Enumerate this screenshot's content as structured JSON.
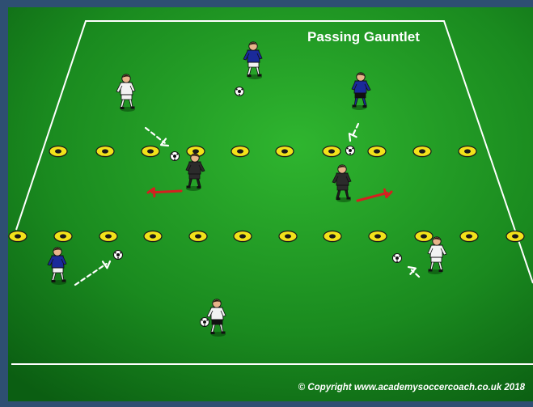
{
  "diagram": {
    "title": "Passing Gauntlet",
    "copyright": "© Copyright www.academysoccercoach.co.uk 2018",
    "colors": {
      "frame": "#2e4f72",
      "pitch_light": "#2fb52f",
      "pitch_dark": "#0b5e12",
      "lines": "#ffffff",
      "cone": "#f2e21a",
      "team_blue": "#1a2a9a",
      "team_white": "#f2f2f2",
      "defender": "#1c1c1c",
      "run_arrow": "#d42020",
      "pass_arrow": "#ffffff"
    },
    "elements": {
      "cone_rows": [
        "upper-cone-line",
        "lower-cone-line"
      ],
      "players": [
        "blue-attacker",
        "white-attacker",
        "black-defender"
      ],
      "arrows": [
        "white-dashed-pass-arrow",
        "red-defender-movement-arrow"
      ],
      "balls": [
        "soccer-ball"
      ]
    }
  }
}
